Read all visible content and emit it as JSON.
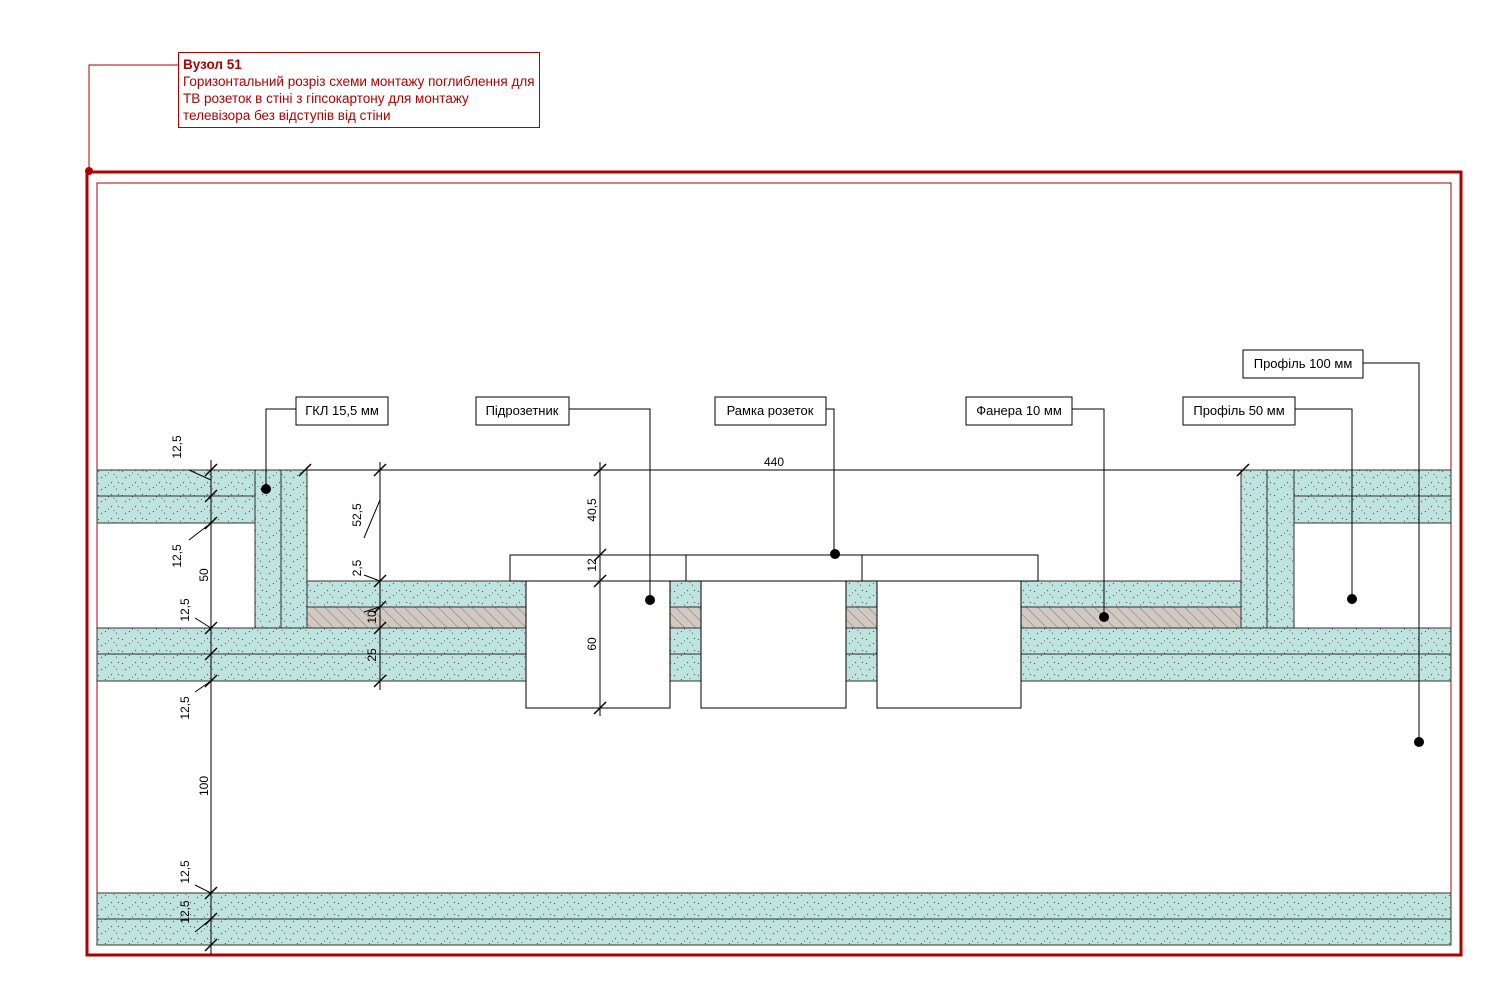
{
  "title": {
    "heading": "Вузол 51",
    "description": "Горизонтальний розріз схеми монтажу поглиблення для ТВ розеток в стіні з гіпсокартону для монтажу телевізора без відступів від стіни"
  },
  "labels": {
    "gkl": "ГКЛ 15,5 мм",
    "socket_box": "Підрозетник",
    "socket_frame": "Рамка розеток",
    "plywood": "Фанера 10 мм",
    "profile50": "Профіль 50 мм",
    "profile100": "Профіль 100 мм"
  },
  "dimensions": {
    "d440": "440",
    "d12_5_a": "12,5",
    "d12_5_b": "12,5",
    "d50": "50",
    "d12_5_c": "12,5",
    "d12_5_d": "12,5",
    "d100": "100",
    "d12_5_e": "12,5",
    "d12_5_f": "12,5",
    "d52_5": "52,5",
    "d2_5": "2,5",
    "d10": "10",
    "d25": "25",
    "d40_5": "40,5",
    "d12": "12",
    "d60": "60"
  },
  "colors": {
    "drywall": "#bfe3df",
    "frame": "#b00000",
    "plywood": "#d2c9c2"
  }
}
